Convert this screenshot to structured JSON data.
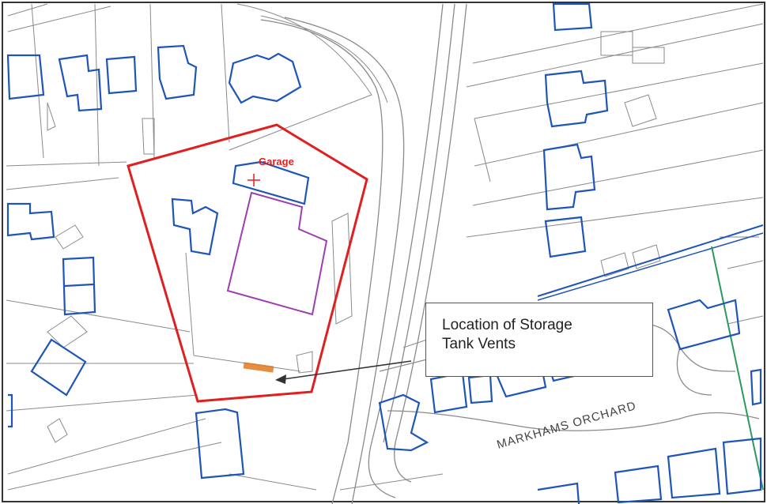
{
  "map": {
    "site_label": "Garage",
    "road_name": "MARKHAMS ORCHARD",
    "callout": {
      "line1": "Location of Storage",
      "line2": "Tank Vents"
    },
    "colors": {
      "site_boundary": "#e02020",
      "buildings": "#1f55b8",
      "garage_building": "#9b3fb0",
      "boundary_lines": "#8a8a8a",
      "vents": "#e07a20",
      "green_line": "#2a9a5a",
      "callout_border": "#555555"
    }
  }
}
